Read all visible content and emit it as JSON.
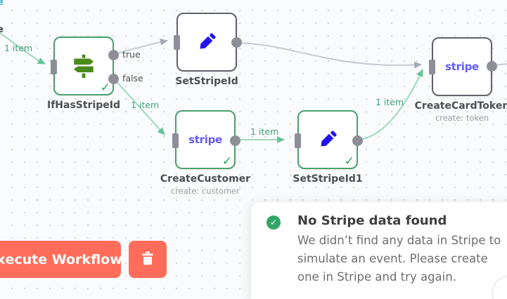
{
  "app": "workflow-canvas",
  "fragments": {
    "top": "e",
    "mid": "e"
  },
  "icons": {
    "check": "✓"
  },
  "nodes": [
    {
      "label": "IfHasStripeId",
      "icon": "signpost-icon",
      "state": "success",
      "outputs": [
        {
          "label": "true"
        },
        {
          "label": "false"
        }
      ]
    },
    {
      "label": "SetStripeId",
      "icon": "pencil-icon",
      "state": "default"
    },
    {
      "label": "CreateCustomer",
      "icon": "stripe-logo",
      "state": "success",
      "icon_text": "stripe",
      "subtitle": "create: customer"
    },
    {
      "label": "SetStripeId1",
      "icon": "pencil-icon",
      "state": "success"
    },
    {
      "label": "CreateCardToken",
      "icon": "stripe-logo",
      "state": "default",
      "icon_text": "stripe",
      "subtitle": "create: token"
    }
  ],
  "conn_labels": [
    "1 item",
    "1 item",
    "1 item",
    "1 item"
  ],
  "toolbar": {
    "execute_label": "Execute Workflow"
  },
  "toast": {
    "title": "No Stripe data found",
    "body": "We didn’t find any data in Stripe to simulate an event. Please create one in Stripe and try again."
  },
  "colors": {
    "accent_coral": "#ff6d5a",
    "success_green": "#2aa05c",
    "toast_icon_green": "#31a565",
    "connection_green": "#9cd9ba",
    "connection_gray": "#c7cad2",
    "node_border_green": "#4aa06d",
    "node_border_gray": "#62626c",
    "stripe_purple": "#635bff",
    "pencil_blue": "#2013f0",
    "signpost_green": "#4a8a1a",
    "handle_gray": "#8e8e98"
  }
}
